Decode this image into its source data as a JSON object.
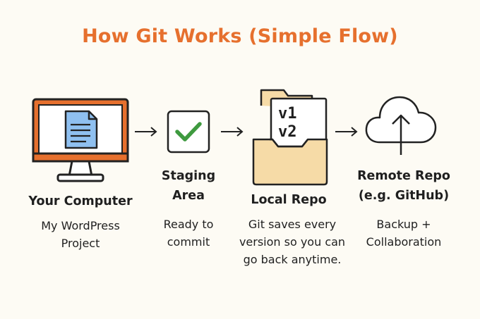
{
  "title": "How Git Works (Simple Flow)",
  "colors": {
    "accent": "#e6702e",
    "document": "#8fc0f0",
    "check": "#3e9a3f",
    "folder": "#f6dba7",
    "text": "#1f1f1f",
    "background": "#fdfbf4"
  },
  "steps": [
    {
      "label": [
        "Your Computer"
      ],
      "desc": [
        "My WordPress",
        "Project"
      ],
      "icon": "computer-monitor-icon"
    },
    {
      "label": [
        "Staging",
        "Area"
      ],
      "desc": [
        "Ready to",
        "commit"
      ],
      "icon": "checkmark-icon"
    },
    {
      "label": [
        "Local Repo"
      ],
      "desc": [
        "Git saves every",
        "version so you can",
        "go back anytime."
      ],
      "icon": "folder-icon",
      "versions": [
        "v1",
        "v2"
      ]
    },
    {
      "label": [
        "Remote Repo",
        "(e.g. GitHub)"
      ],
      "desc": [
        "Backup +",
        "Collaboration"
      ],
      "icon": "cloud-upload-icon"
    }
  ],
  "connectors": [
    "arrow-right-icon",
    "arrow-right-icon",
    "arrow-right-icon"
  ]
}
